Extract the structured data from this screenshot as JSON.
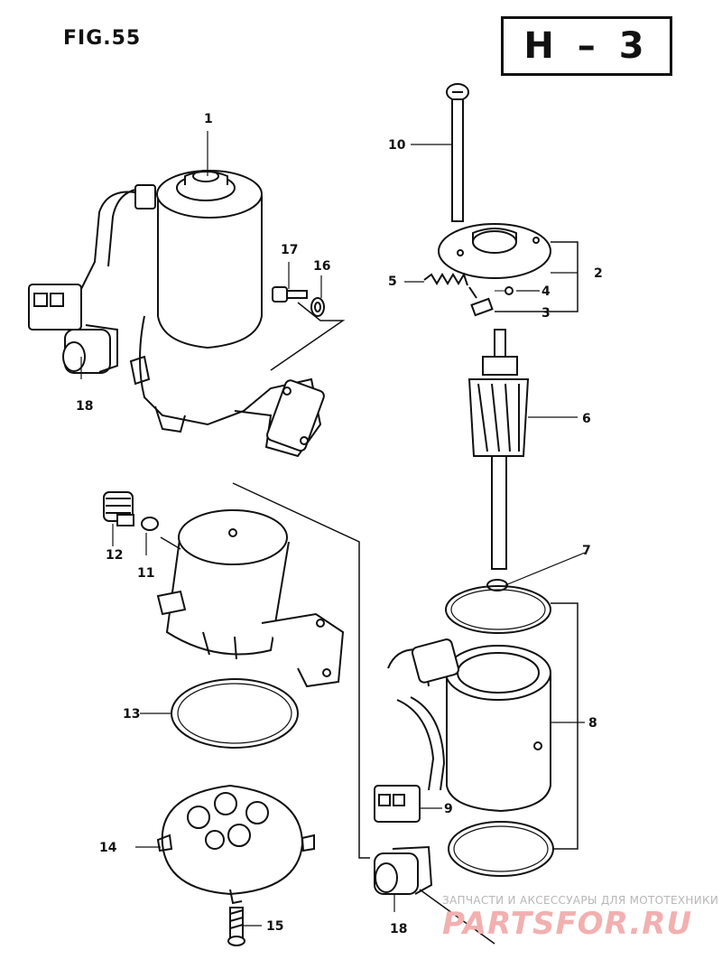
{
  "figure": {
    "title": "FIG.55",
    "page_code": "H – 3"
  },
  "callouts": {
    "c1": "1",
    "c2": "2",
    "c3": "3",
    "c4": "4",
    "c5": "5",
    "c6": "6",
    "c7": "7",
    "c8": "8",
    "c9": "9",
    "c10": "10",
    "c11": "11",
    "c12": "12",
    "c13": "13",
    "c14": "14",
    "c15": "15",
    "c16": "16",
    "c17": "17",
    "c18a": "18",
    "c18b": "18"
  },
  "watermark": {
    "text": "ЗАПЧАСТИ И АКСЕССУАРЫ ДЛЯ МОТОТЕХНИКИ",
    "logo": "PARTSFOR.RU"
  }
}
